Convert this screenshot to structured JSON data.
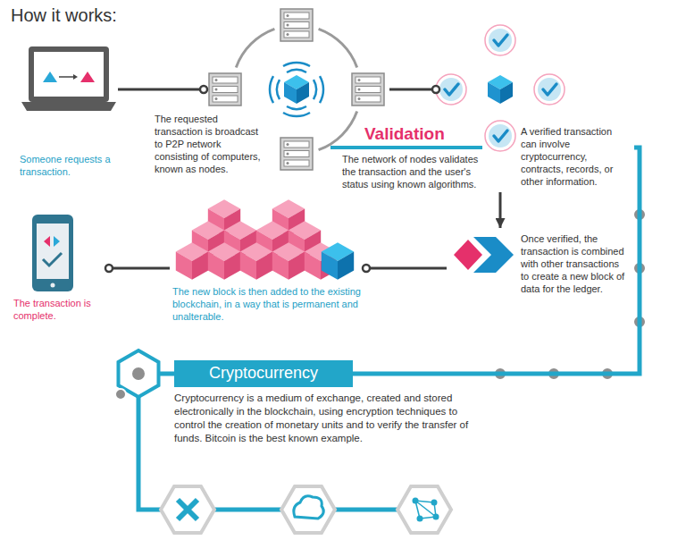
{
  "diagram": {
    "title": "How it works:",
    "nodes": [
      {
        "text": [
          "Someone requests a transaction."
        ]
      },
      {
        "text": [
          "The requested transaction is broadcast to P2P network consisting of computers, known as nodes."
        ]
      },
      {
        "text": [
          "Validation",
          "The network of nodes validates the transaction and the user's status using known algorithms."
        ]
      },
      {
        "text": [
          "A verified transaction can involve cryptocurrency, contracts, records, or other information."
        ]
      },
      {
        "text": [
          "Once verified, the transaction is combined with other transactions to create a new block of data for the ledger."
        ]
      },
      {
        "text": [
          "The new block is then added to the existing blockchain, in a way that is permanent and unalterable."
        ]
      },
      {
        "text": [
          "The transaction is complete."
        ]
      },
      {
        "text": [
          "Cryptocurrency",
          "Cryptocurrency is a medium of exchange, created and stored electronically in the blockchain, using encryption techniques to control the creation of monetary units and to verify the transfer of funds. Bitcoin is the best known example."
        ]
      }
    ],
    "edges": [
      {
        "from": 0,
        "to": 1,
        "arrow": "none"
      },
      {
        "from": 1,
        "to": 3,
        "arrow": "none"
      },
      {
        "from": 3,
        "to": 4,
        "arrow": "to"
      },
      {
        "from": 4,
        "to": 5,
        "arrow": "none"
      },
      {
        "from": 5,
        "to": 6,
        "arrow": "none"
      },
      {
        "from": 3,
        "to": 7,
        "arrow": "none"
      }
    ]
  }
}
